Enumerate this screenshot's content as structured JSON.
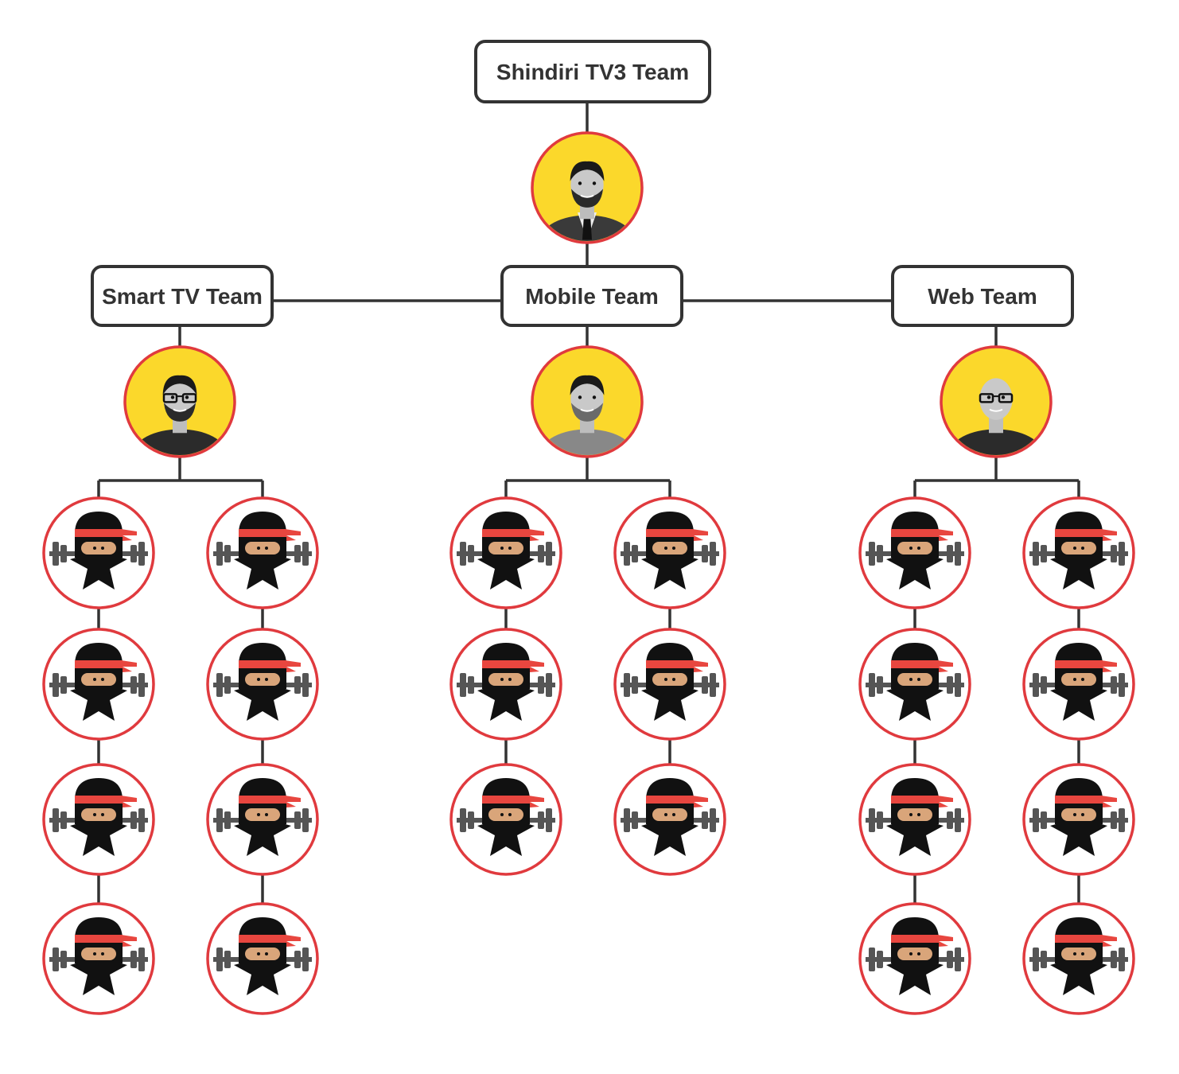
{
  "root": {
    "label": "Shindiri TV3 Team",
    "lead_avatar": "portrait-bearded-man-suit"
  },
  "teams": [
    {
      "label": "Smart TV Team",
      "lead_avatar": "portrait-man-glasses-beard",
      "members": [
        4,
        4
      ],
      "member_icon": "ninja-weightlifter-icon"
    },
    {
      "label": "Mobile Team",
      "lead_avatar": "portrait-man-short-hair",
      "members": [
        3,
        3
      ],
      "member_icon": "ninja-weightlifter-icon"
    },
    {
      "label": "Web Team",
      "lead_avatar": "portrait-man-glasses-bald",
      "members": [
        4,
        4
      ],
      "member_icon": "ninja-weightlifter-icon"
    }
  ],
  "colors": {
    "line": "#333333",
    "node_border": "#e03a3e",
    "portrait_bg": "#fbd82b",
    "ninja_body": "#111111",
    "ninja_band": "#e8463f",
    "ninja_face": "#d9a57a",
    "barbell": "#555555"
  }
}
